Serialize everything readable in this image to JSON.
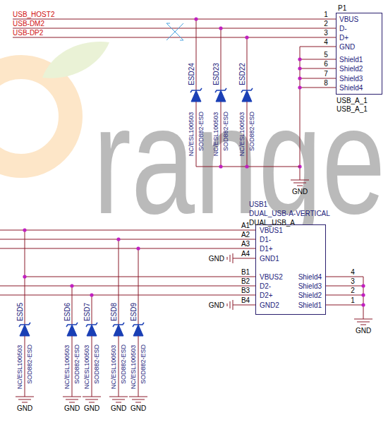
{
  "diagram": {
    "nodes": [
      {
        "text": [
          "P1",
          "VBUS",
          "D-",
          "D+",
          "GND",
          "Shield1",
          "Shield2",
          "Shield3",
          "Shield4",
          "USB_A_1",
          "USB_A_1"
        ]
      },
      {
        "text": [
          "USB1",
          "DUAL_USB-A-VERTICAL",
          "DUAL_USB_A",
          "VBUS1",
          "D1-",
          "D1+",
          "GND1",
          "VBUS2",
          "D2-",
          "D2+",
          "GND2",
          "Shield4",
          "Shield3",
          "Shield2",
          "Shield1"
        ]
      }
    ],
    "labels": [
      "USB_HOST2",
      "USB-DM2",
      "USB-DP2",
      "1",
      "2",
      "3",
      "4",
      "5",
      "6",
      "7",
      "8",
      "ESD24",
      "NC/ESL100503",
      "SOD882-ESD",
      "ESD23",
      "NC/ESL100503",
      "SOD882-ESD",
      "ESD22",
      "NC/ESL100503",
      "SOD882-ESD",
      "GND",
      "range",
      "A1",
      "A2",
      "A3",
      "A4",
      "GND",
      "B1",
      "B2",
      "B3",
      "B4",
      "GND",
      "4",
      "3",
      "2",
      "1",
      "GND",
      "ESD5",
      "NC/ESL100503",
      "SOD882-ESD",
      "ESD6",
      "NC/ESL100503",
      "SOD882-ESD",
      "ESD7",
      "NC/ESL100503",
      "SOD882-ESD",
      "ESD8",
      "NC/ESL100503",
      "SOD882-ESD",
      "ESD9",
      "NC/ESL100503",
      "SOD882-ESD",
      "GND",
      "GND",
      "GND",
      "GND",
      "GND"
    ]
  }
}
